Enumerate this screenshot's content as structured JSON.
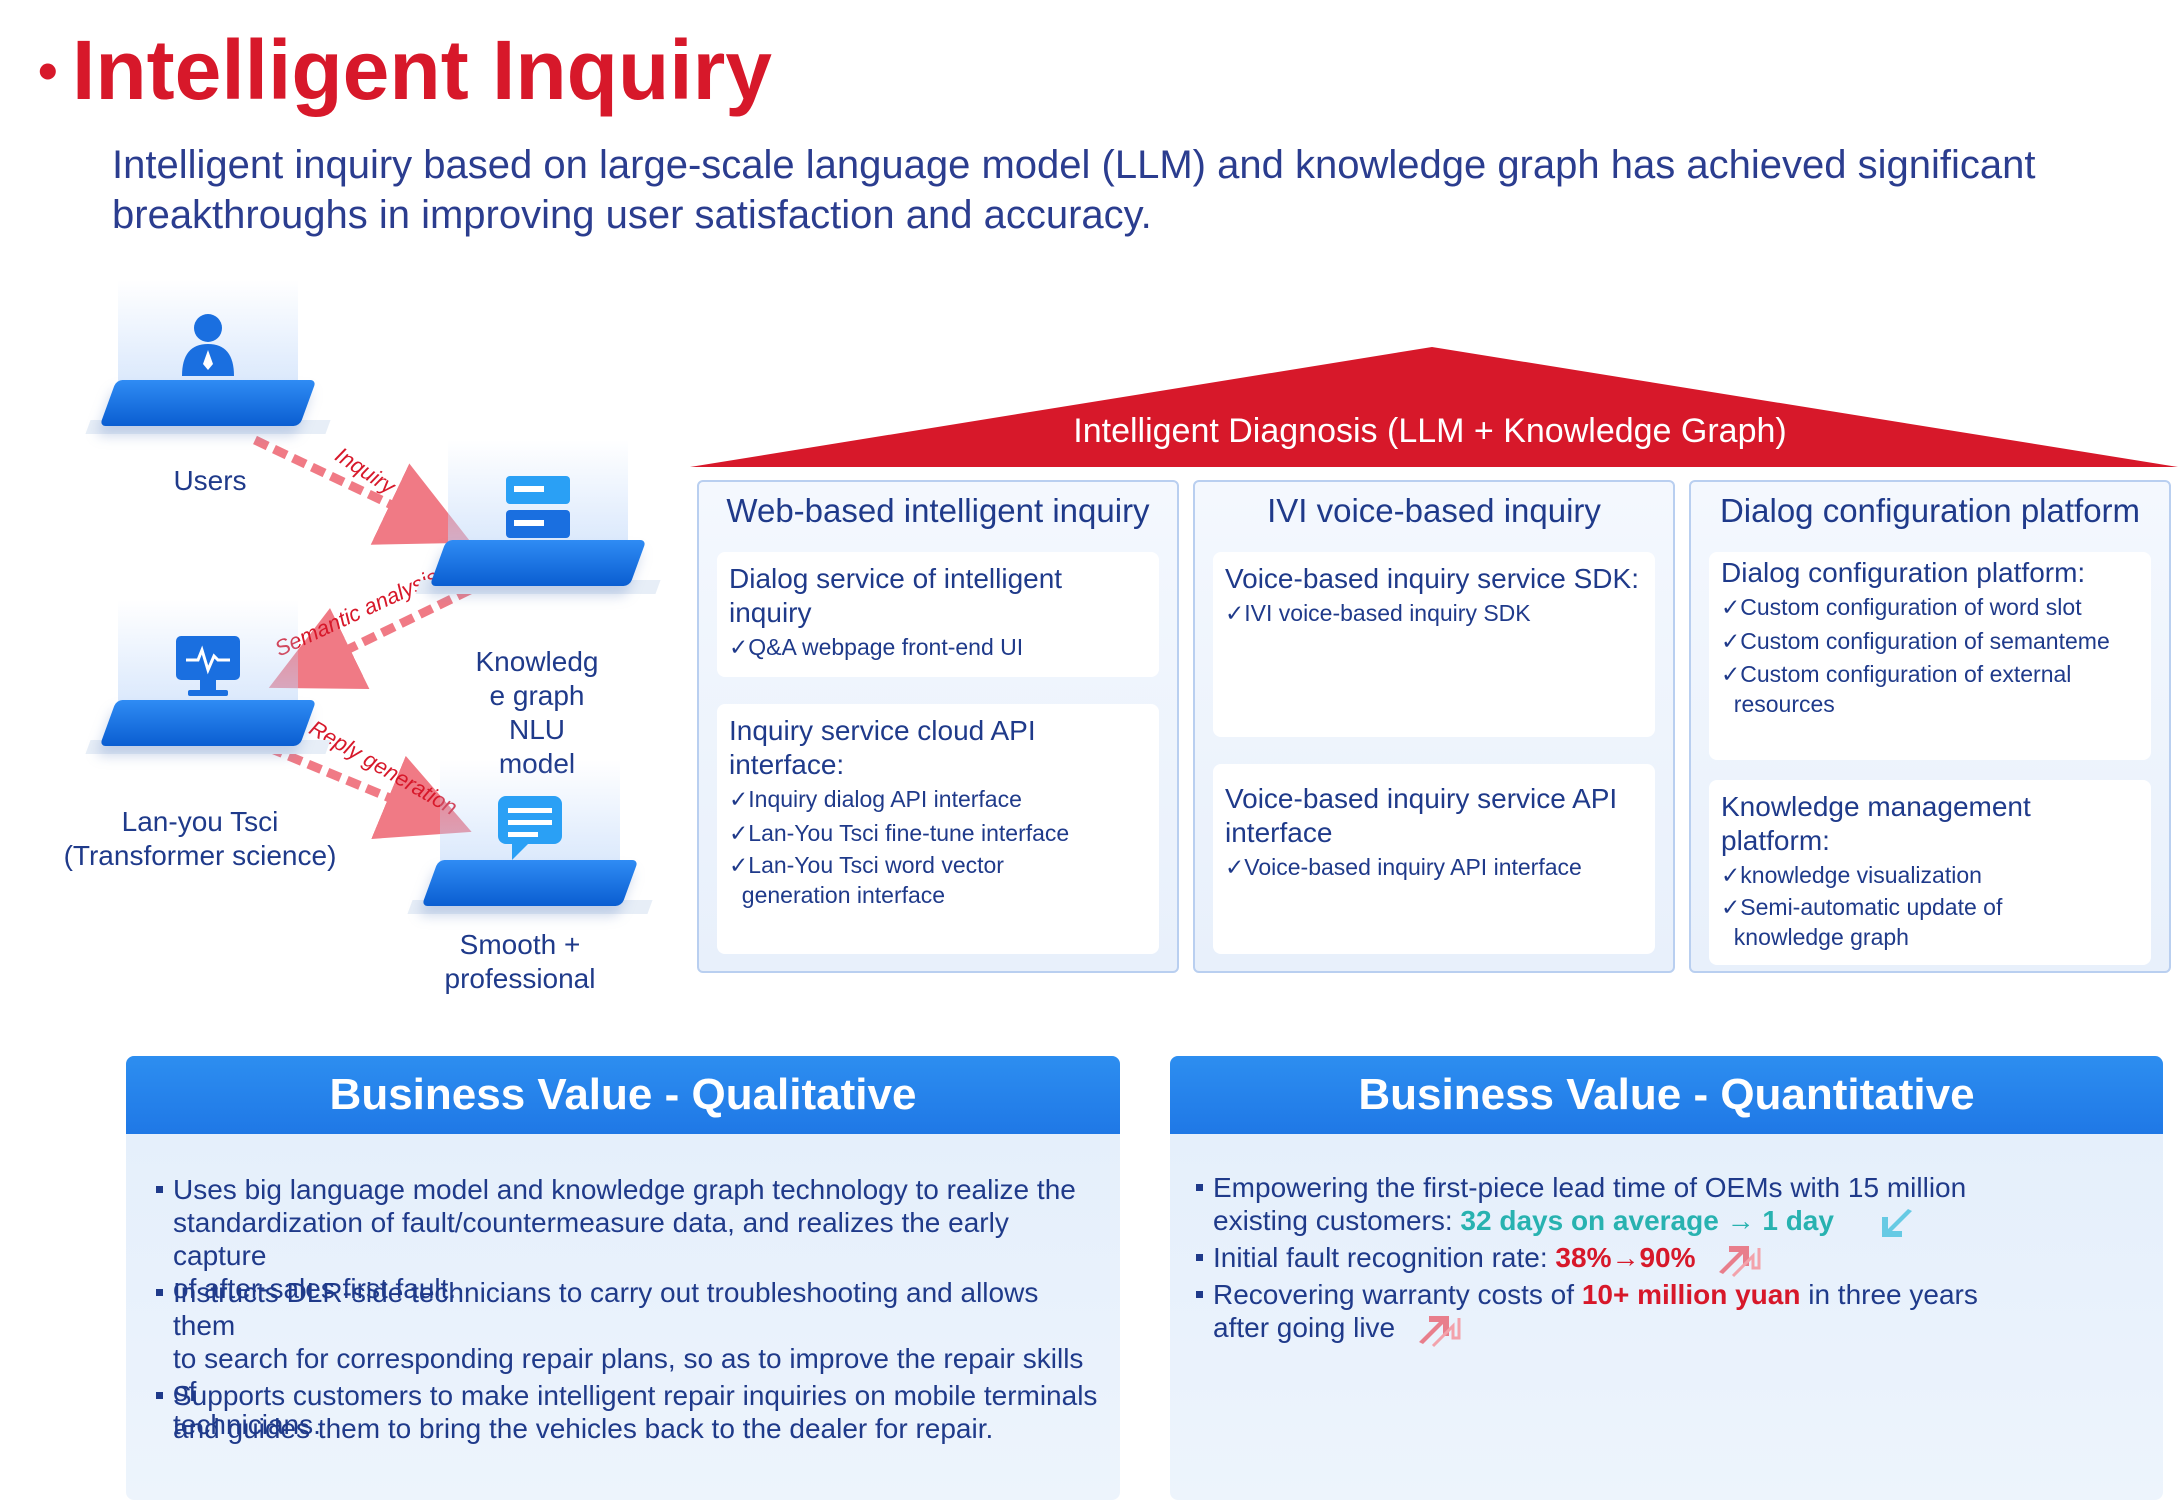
{
  "title": "Intelligent Inquiry",
  "subtitle": "Intelligent inquiry based on large-scale language model (LLM) and knowledge graph has achieved significant breakthroughs in improving user satisfaction and accuracy.",
  "diagram": {
    "users_label": "Users",
    "kg_label": "Knowledg e graph NLU model",
    "kg_lines": [
      "Knowledg",
      "e graph",
      "NLU",
      "model"
    ],
    "lanyou_lines": [
      "Lan-you Tsci",
      "(Transformer science)"
    ],
    "smooth_lines": [
      "Smooth +",
      "professional"
    ],
    "arrows": {
      "inquiry": "Inquiry",
      "semantic": "Semantic analysis",
      "reply": "Reply generation"
    },
    "colors": {
      "accent": "#d7182a",
      "node_blue": "#1a6fe0"
    }
  },
  "house": {
    "roof_title": "Intelligent Diagnosis (LLM + Knowledge Graph)",
    "columns": [
      {
        "title": "Web-based intelligent inquiry",
        "cards": [
          {
            "head": [
              "Dialog service of intelligent",
              "inquiry"
            ],
            "items": [
              "✓Q&A webpage front-end UI"
            ]
          },
          {
            "head": [
              "Inquiry service cloud API",
              "interface:"
            ],
            "items": [
              "✓Inquiry dialog API interface",
              "✓Lan-You Tsci fine-tune interface",
              "✓Lan-You Tsci word vector",
              "  generation interface"
            ]
          }
        ]
      },
      {
        "title": "IVI voice-based inquiry",
        "cards": [
          {
            "head": [
              "Voice-based inquiry service SDK:"
            ],
            "items": [
              "✓IVI voice-based inquiry SDK"
            ]
          },
          {
            "head": [
              "Voice-based inquiry service API",
              "interface"
            ],
            "items": [
              "✓Voice-based inquiry API interface"
            ]
          }
        ]
      },
      {
        "title": "Dialog configuration platform",
        "cards": [
          {
            "head": [
              "Dialog configuration platform:"
            ],
            "items": [
              "✓Custom configuration of word slot",
              "✓Custom configuration of semanteme",
              "✓Custom configuration of external",
              "  resources"
            ]
          },
          {
            "head": [
              "Knowledge management",
              "platform:"
            ],
            "items": [
              "✓knowledge visualization",
              "✓Semi-automatic update of",
              "  knowledge graph"
            ]
          }
        ]
      }
    ]
  },
  "qualitative": {
    "title": "Business Value - Qualitative",
    "bullets": [
      [
        "Uses big language model and knowledge graph technology to realize the",
        "standardization of fault/countermeasure data, and realizes the early capture",
        "of after-sales first fault."
      ],
      [
        "Instructs DLR-side technicians to carry out troubleshooting and allows them",
        "to search for corresponding repair plans, so as to improve the repair skills of",
        "technicians."
      ],
      [
        "Supports customers to make intelligent repair inquiries on mobile terminals",
        "and guides them to bring the vehicles back to the dealer for repair."
      ]
    ]
  },
  "quantitative": {
    "title": "Business Value - Quantitative",
    "b1_line1": "Empowering the first-piece lead time of OEMs with 15 million",
    "b1_line2_pre": "existing customers: ",
    "b1_highlight": "32 days on average → 1 day",
    "b2_pre": "Initial fault recognition rate: ",
    "b2_highlight": "38%→90%",
    "b3_pre": "Recovering warranty costs of ",
    "b3_highlight": "10+ million yuan",
    "b3_post": " in three years",
    "b3_line2": "after going live"
  }
}
